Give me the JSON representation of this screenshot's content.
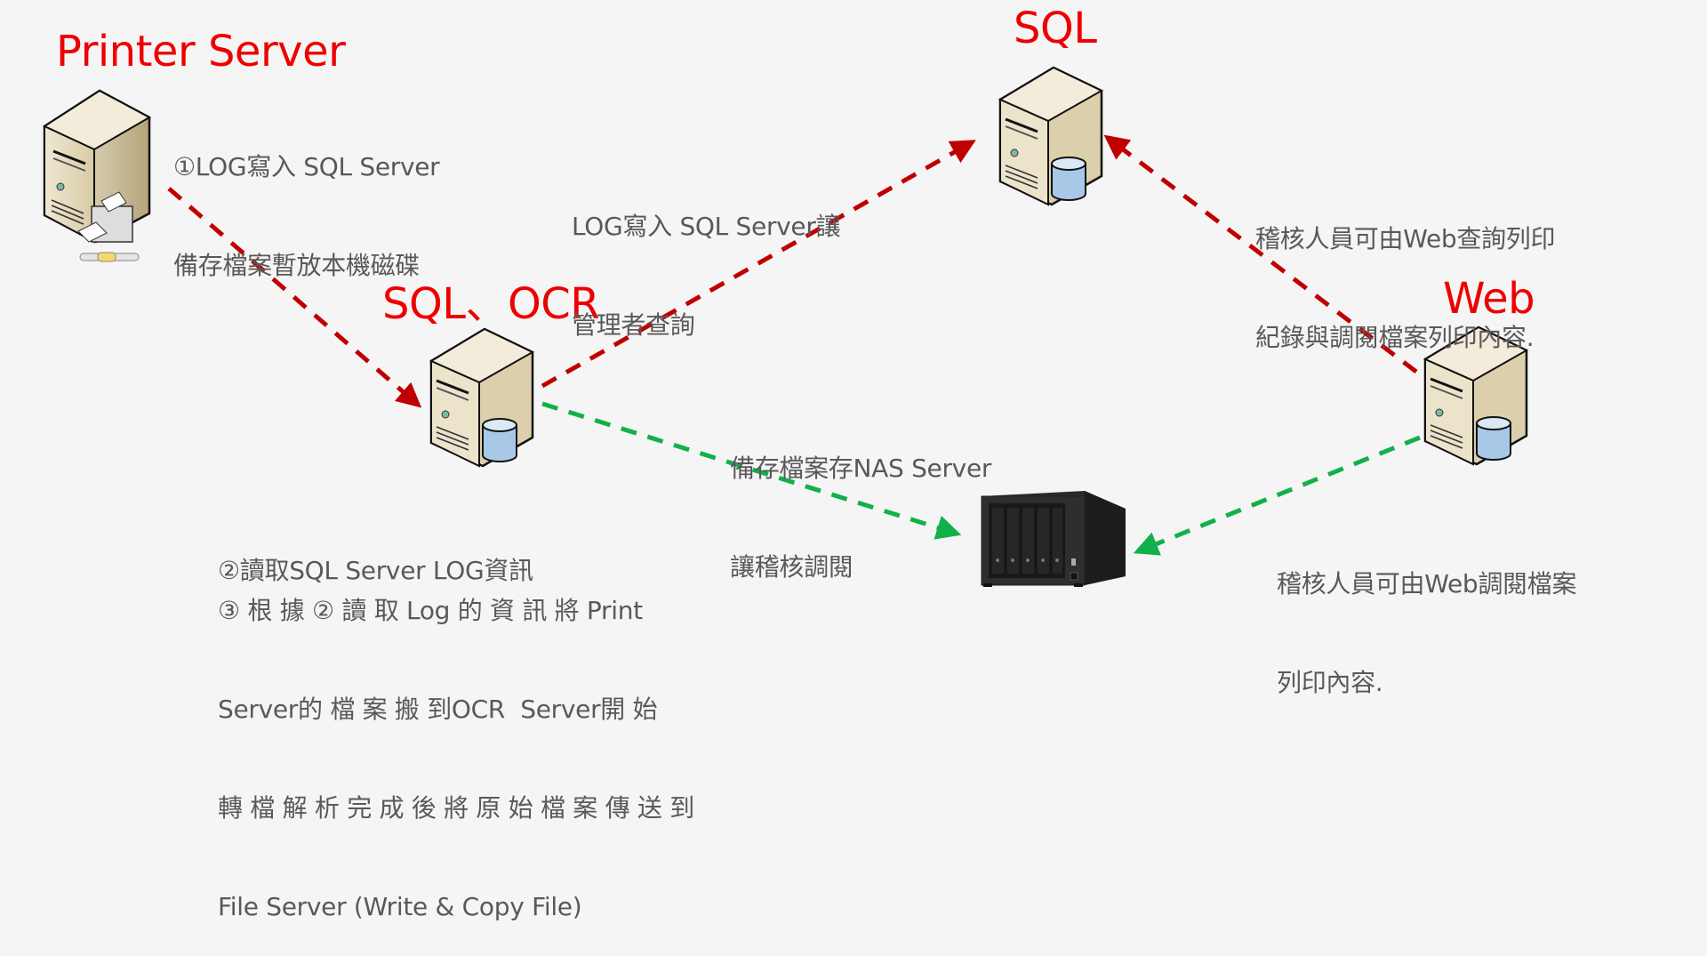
{
  "colors": {
    "background": "#f5f5f5",
    "title": "#ee0000",
    "note_text": "#595959",
    "arrow_red": "#c00000",
    "arrow_green": "#12b04a"
  },
  "nodes": {
    "printer_server": {
      "title": "Printer Server",
      "icon": "server-with-printer-icon"
    },
    "sql_ocr": {
      "title": "SQL、OCR",
      "icon": "database-server-icon"
    },
    "sql": {
      "title": "SQL",
      "icon": "database-server-icon"
    },
    "web": {
      "title": "Web",
      "icon": "database-server-icon"
    },
    "nas": {
      "title": "",
      "icon": "nas-storage-icon"
    }
  },
  "notes": {
    "printer_note": [
      "①LOG寫入 SQL Server",
      "備存檔案暫放本機磁碟"
    ],
    "sql_write_note": [
      "LOG寫入 SQL Server讓",
      "管理者查詢"
    ],
    "audit_query_note": [
      "稽核人員可由Web查詢列印",
      "紀錄與調閱檔案列印內容."
    ],
    "nas_backup_note": [
      "備存檔案存NAS Server",
      "讓稽核調閱"
    ],
    "step2_note": [
      "②讀取SQL Server LOG資訊"
    ],
    "step3_note": [
      "③ 根 據 ② 讀 取 Log 的 資 訊 將 Print",
      "Server的 檔 案 搬 到OCR  Server開 始",
      "轉 檔 解 析 完 成 後 將 原 始 檔 案 傳 送 到",
      "File Server (Write & Copy File)"
    ],
    "audit_view_note": [
      "稽核人員可由Web調閱檔案",
      "列印內容."
    ]
  },
  "edges": [
    {
      "from": "Printer Server",
      "to": "SQL、OCR",
      "style": "red-dashed"
    },
    {
      "from": "SQL、OCR",
      "to": "SQL",
      "style": "red-dashed"
    },
    {
      "from": "Web",
      "to": "SQL",
      "style": "red-dashed"
    },
    {
      "from": "SQL、OCR",
      "to": "NAS",
      "style": "green-dashed"
    },
    {
      "from": "Web",
      "to": "NAS",
      "style": "green-dashed"
    }
  ]
}
